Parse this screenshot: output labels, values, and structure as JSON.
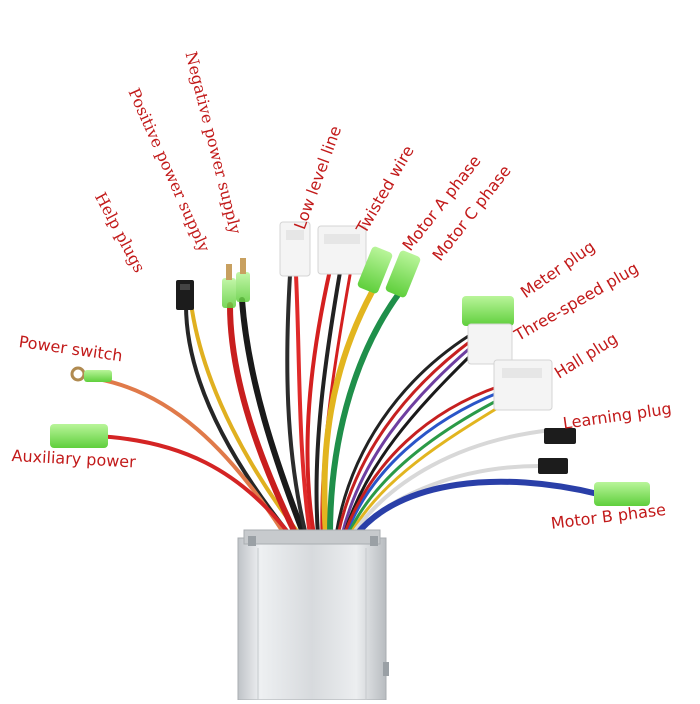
{
  "labels": {
    "help_plugs": "Help plugs",
    "positive_power": "Positive power supply",
    "negative_power": "Negative power supply",
    "low_level_line": "Low level line",
    "twisted_wire": "Twisted wire",
    "motor_a_phase": "Motor A phase",
    "motor_c_phase": "Motor C phase",
    "meter_plug": "Meter plug",
    "three_speed_plug": "Three-speed plug",
    "hall_plug": "Hall plug",
    "power_switch": "Power switch",
    "learning_plug": "Learning plug",
    "auxiliary_power": "Auxiliary power",
    "motor_b_phase": "Motor B phase"
  },
  "colors": {
    "label_text": "#c21a1a",
    "housing": "#d9dcdf",
    "connector_green": "#8ee86a",
    "connector_white": "#f4f4f4",
    "connector_black": "#1c1c1c"
  }
}
